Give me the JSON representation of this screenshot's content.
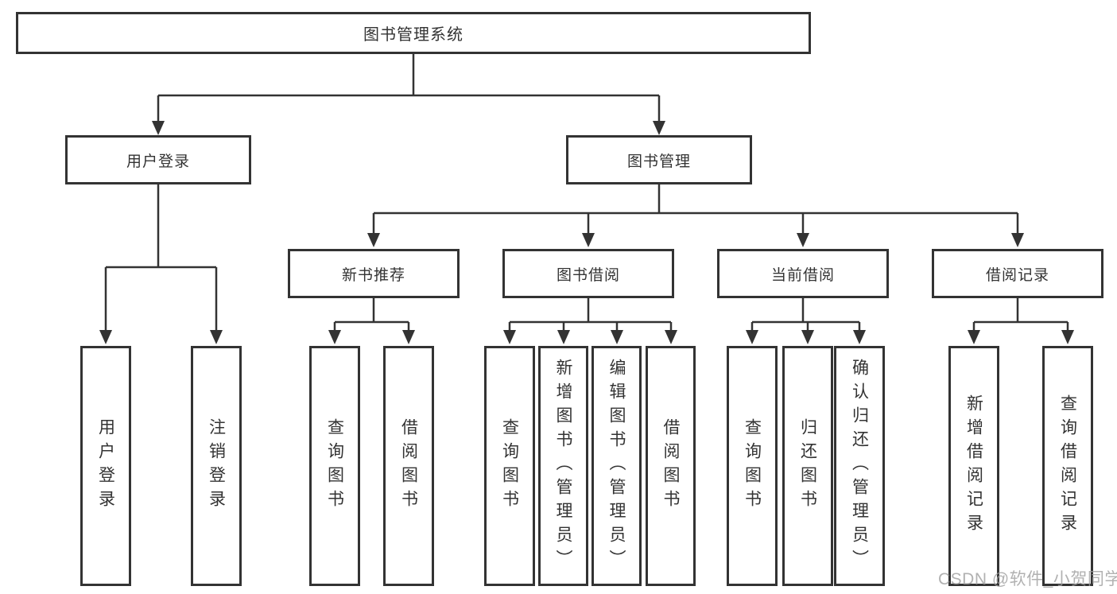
{
  "tree": {
    "root": "图书管理系统",
    "user_login": {
      "label": "用户登录",
      "children": [
        "用户登录",
        "注销登录"
      ]
    },
    "book_mgmt": {
      "label": "图书管理",
      "groups": [
        {
          "label": "新书推荐",
          "children": [
            "查询图书",
            "借阅图书"
          ]
        },
        {
          "label": "图书借阅",
          "children": [
            "查询图书",
            "新增图书（管理员）",
            "编辑图书（管理员）",
            "借阅图书"
          ]
        },
        {
          "label": "当前借阅",
          "children": [
            "查询图书",
            "归还图书",
            "确认归还（管理员）"
          ]
        },
        {
          "label": "借阅记录",
          "children": [
            "新增借阅记录",
            "查询借阅记录"
          ]
        }
      ]
    }
  },
  "colors": {
    "line": "#333333",
    "box_border": "#333333",
    "background": "#ffffff",
    "watermark": "#9e9e9e"
  },
  "watermark": "CSDN @软件_小贺同学"
}
